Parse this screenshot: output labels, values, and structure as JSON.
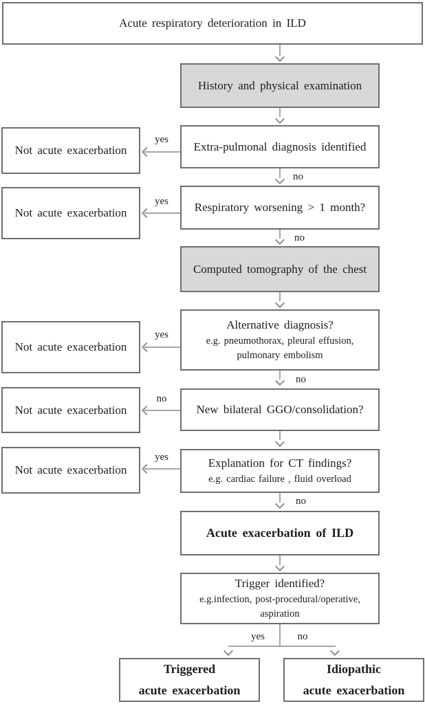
{
  "colors": {
    "box_border": "#6e6e6e",
    "gray_fill": "#d8d8d8",
    "arrow": "#a6a6a6",
    "arrowhead": "#8f8f8f",
    "text": "#1d1d1d",
    "background": "#ffffff"
  },
  "flowchart": {
    "title": "Acute respiratory deterioration in ILD",
    "not_acute_label": "Not acute exacerbation",
    "yes_label": "yes",
    "no_label": "no",
    "nodes": {
      "history": "History and physical examination",
      "extra_pulmonal": "Extra-pulmonal diagnosis identified",
      "worsening": "Respiratory worsening > 1 month?",
      "ct_scan": "Computed tomography of the chest",
      "alternative": {
        "question": "Alternative diagnosis?",
        "examples": [
          "e.g. pneumothorax, pleural effusion,",
          "pulmonary embolism"
        ]
      },
      "ggo": "New bilateral GGO/consolidation?",
      "ct_explanation": {
        "question": "Explanation for CT findings?",
        "examples": [
          "e.g. cardiac failure , fluid overload"
        ]
      },
      "acute_exacerbation": "Acute exacerbation of ILD",
      "trigger": {
        "question": "Trigger identified?",
        "examples": [
          "e.g.infection, post-procedural/operative,",
          "aspiration"
        ]
      },
      "triggered_outcome": [
        "Triggered",
        "acute exacerbation"
      ],
      "idiopathic_outcome": [
        "Idiopathic",
        "acute exacerbation"
      ]
    }
  }
}
